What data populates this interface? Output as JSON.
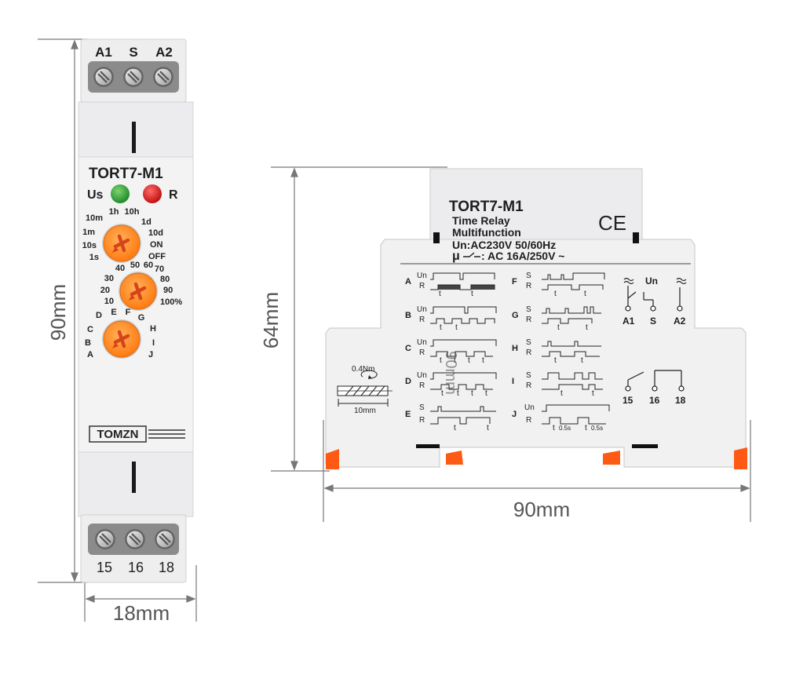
{
  "front": {
    "top_terminals": [
      "A1",
      "S",
      "A2"
    ],
    "bottom_terminals": [
      "15",
      "16",
      "18"
    ],
    "model": "TORT7-M1",
    "led_us_label": "Us",
    "led_r_label": "R",
    "led_us_color": "#2e9e3c",
    "led_r_color": "#d51a1a",
    "knob_color": "#ff8a1f",
    "dial1": {
      "left": [
        "10m",
        "1m",
        "10s",
        "1s"
      ],
      "top": [
        "1h",
        "10h"
      ],
      "right": [
        "1d",
        "10d",
        "ON",
        "OFF"
      ]
    },
    "dial2": {
      "left": [
        "30",
        "20",
        "10"
      ],
      "top": [
        "40",
        "50",
        "60",
        "70"
      ],
      "right": [
        "80",
        "90",
        "100%"
      ]
    },
    "dial3": {
      "left": [
        "C",
        "B",
        "A"
      ],
      "top": [
        "D",
        "E",
        "F",
        "G"
      ],
      "right": [
        "H",
        "I",
        "J"
      ]
    },
    "brand": "TOMZN"
  },
  "side": {
    "model": "TORT7-M1",
    "line1": "Time Relay",
    "line2": "Multifunction",
    "line3": "Un:AC230V 50/60Hz",
    "line4_prefix": "μ",
    "line4": ": AC   16A/250V ~",
    "ce_mark": "CE",
    "clip_color": "#ff5a14",
    "torque": "0.4Nm",
    "strip_len": "10mm",
    "modes_left": [
      "A",
      "B",
      "C",
      "D",
      "E"
    ],
    "modes_right": [
      "F",
      "G",
      "H",
      "I",
      "J"
    ],
    "sig_un": "Un",
    "sig_r": "R",
    "sig_s": "S",
    "t": "t",
    "t05": "0.5s",
    "wiring_un": "Un",
    "wiring_terms": [
      "A1",
      "S",
      "A2"
    ],
    "contact_terms": [
      "15",
      "16",
      "18"
    ],
    "overlay": "90mm"
  },
  "dimensions": {
    "front_height": "90mm",
    "front_width": "18mm",
    "side_height": "64mm",
    "side_width": "90mm"
  }
}
